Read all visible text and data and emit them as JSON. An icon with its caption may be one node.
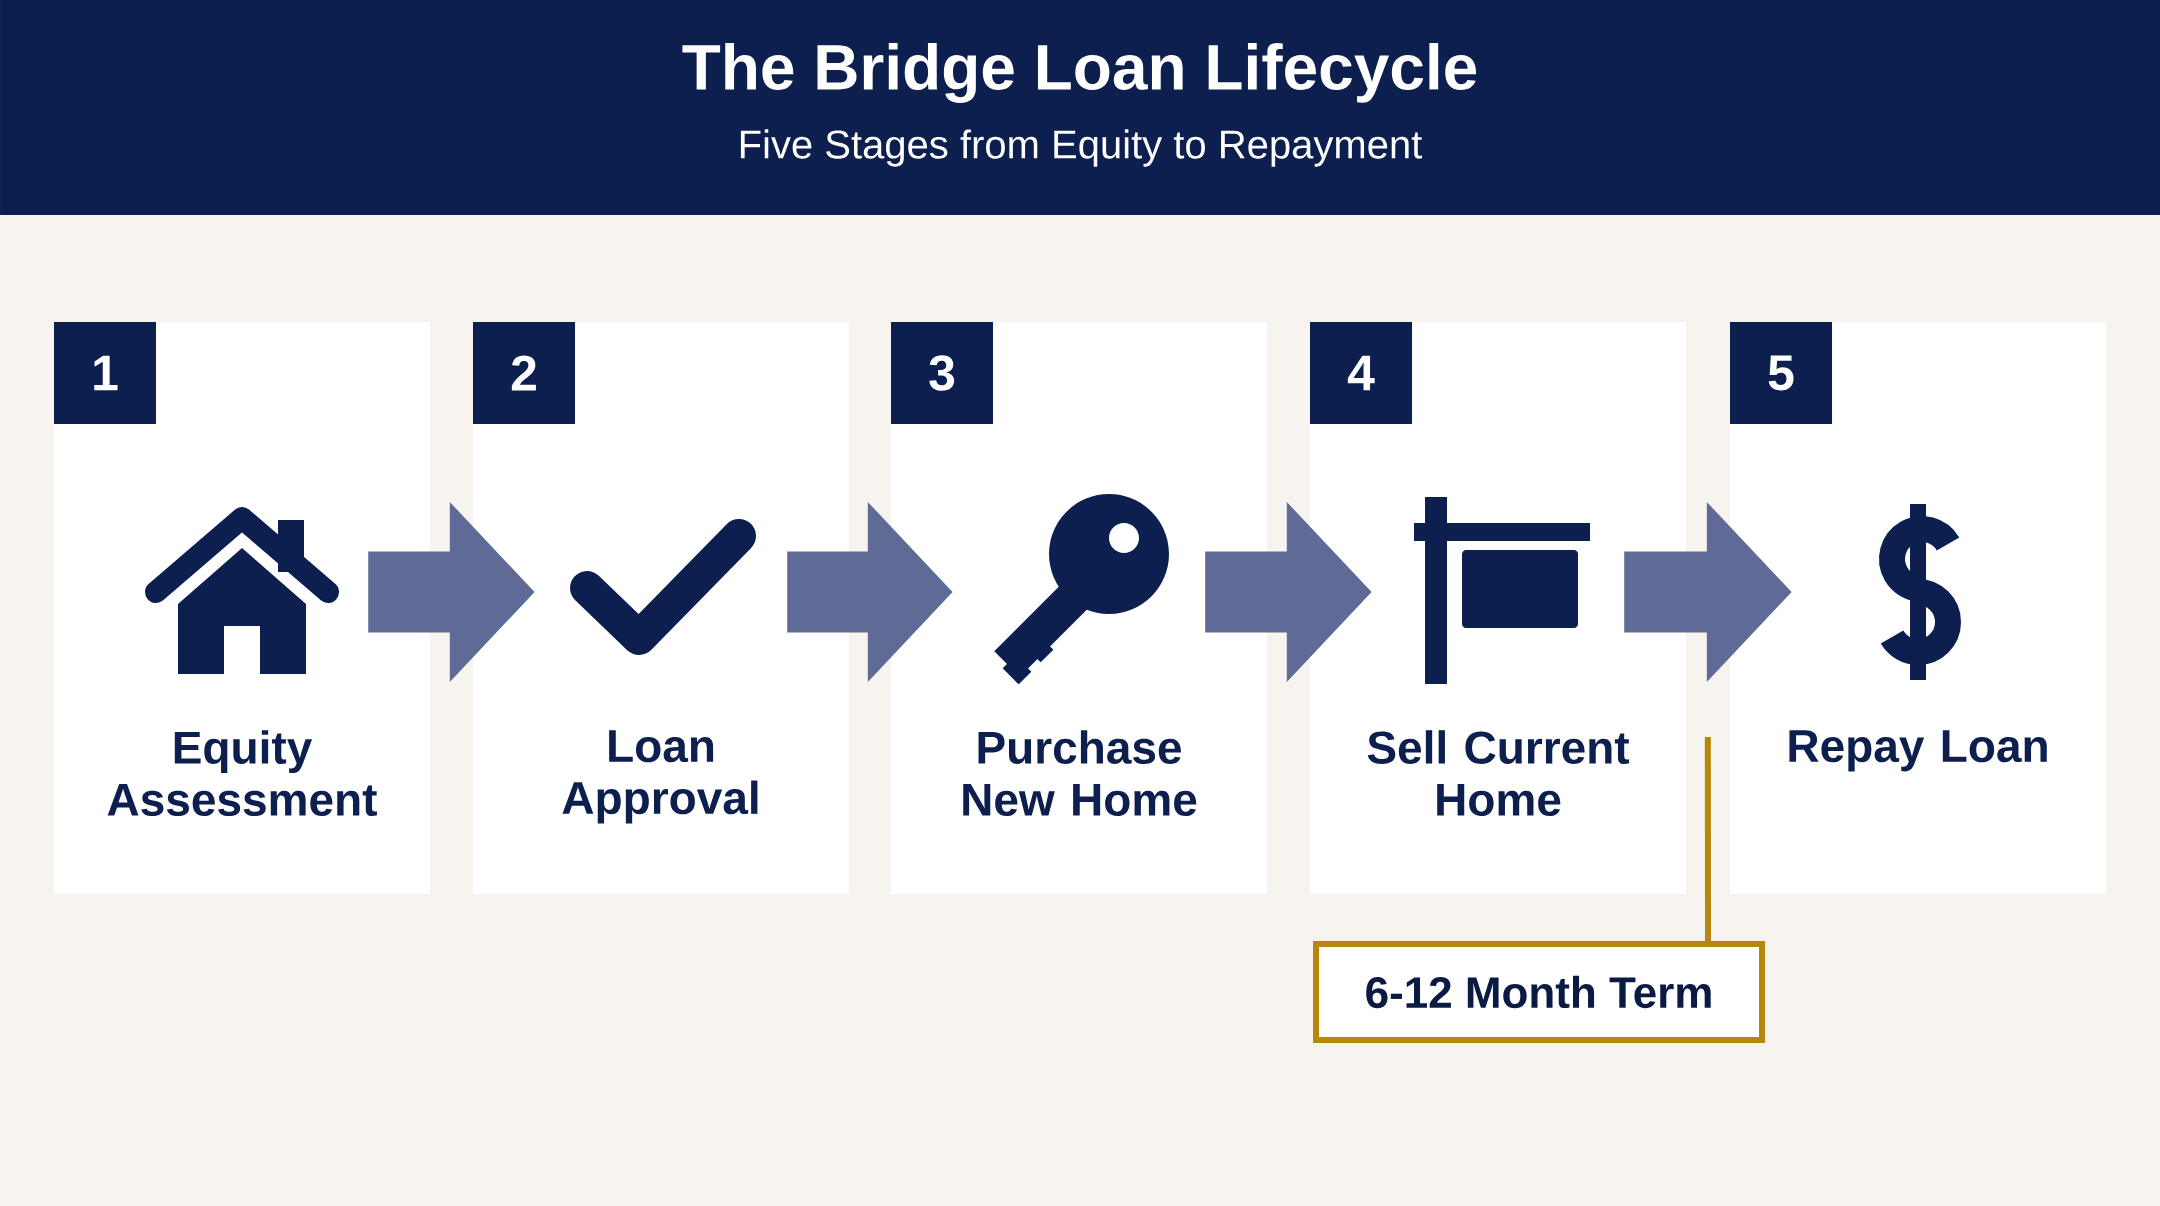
{
  "diagram": {
    "title": "The Bridge Loan Lifecycle",
    "nodes": [
      {
        "text": [
          "1",
          "Equity Assessment"
        ]
      },
      {
        "text": [
          "2",
          "Loan Approval"
        ]
      },
      {
        "text": [
          "3",
          "Purchase New Home"
        ]
      },
      {
        "text": [
          "4",
          "Sell Current Home"
        ]
      },
      {
        "text": [
          "5",
          "Repay Loan"
        ]
      },
      {
        "text": [
          "6-12 Month Term"
        ]
      }
    ],
    "edges": [
      {
        "from": 0,
        "to": 1,
        "arrow": "to"
      },
      {
        "from": 1,
        "to": 2,
        "arrow": "to"
      },
      {
        "from": 2,
        "to": 3,
        "arrow": "to"
      },
      {
        "from": 3,
        "to": 4,
        "arrow": "to"
      },
      {
        "from": 5,
        "to": 4,
        "arrow": "none",
        "color": "#b8860b"
      }
    ],
    "labels": [
      "Five Stages from Equity to Repayment"
    ]
  }
}
